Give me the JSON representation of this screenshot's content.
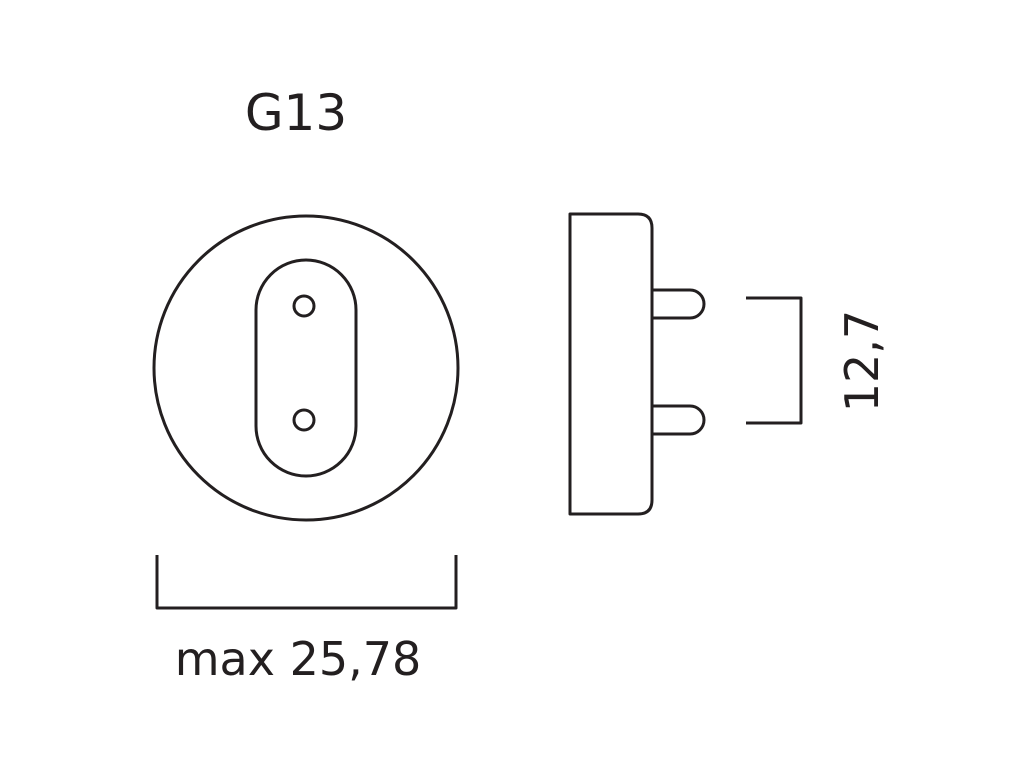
{
  "diagram": {
    "title": "G13",
    "width_label": "max 25,78",
    "pin_spacing_label": "12,7",
    "colors": {
      "line": "#231f20",
      "background": "#ffffff"
    }
  }
}
